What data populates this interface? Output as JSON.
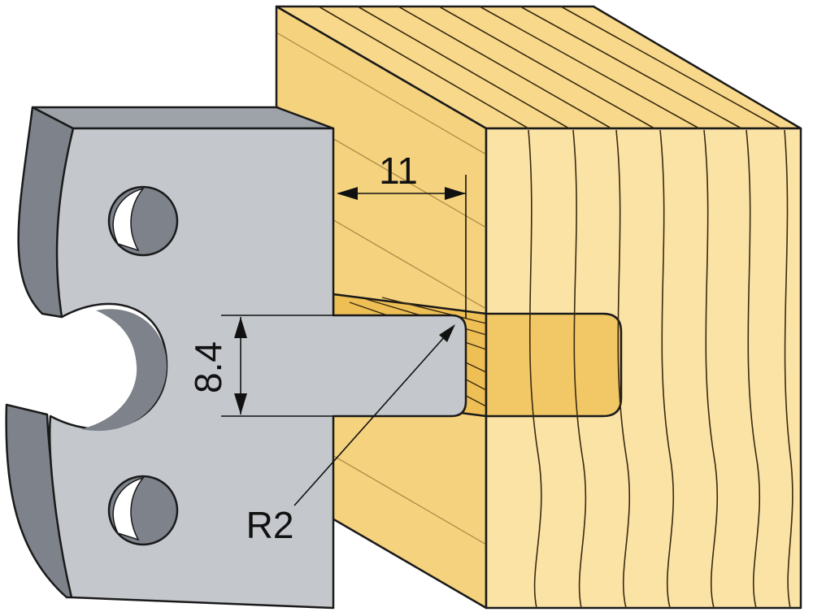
{
  "dimensions": {
    "groove_depth": "11",
    "tenon_width": "8.4",
    "corner_radius": "R2"
  },
  "colors": {
    "wood_light": "#fbe3a6",
    "wood_mid": "#f5d27e",
    "wood_dark": "#eebf55",
    "steel_face": "#c4c7cc",
    "steel_side": "#7e838b",
    "outline": "#1a1a1a"
  }
}
